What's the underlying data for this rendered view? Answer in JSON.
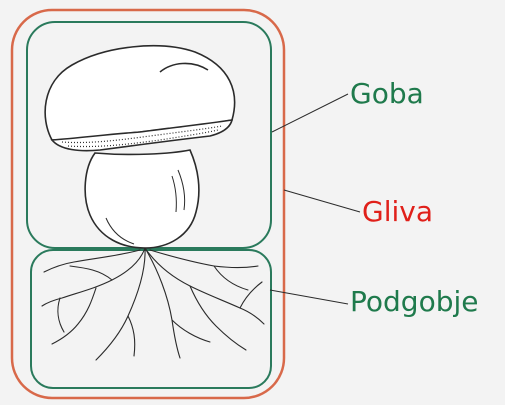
{
  "diagram": {
    "labels": {
      "cap": "Goba",
      "fungus": "Gliva",
      "mycelium": "Podgobje"
    },
    "colors": {
      "background": "#f3f3f3",
      "fungus_outline": "#d8694a",
      "compartment_outline": "#2a7a5c",
      "label_green": "#1f7a4c",
      "label_red": "#e0201a",
      "drawing_ink": "#2b2b2b"
    }
  }
}
